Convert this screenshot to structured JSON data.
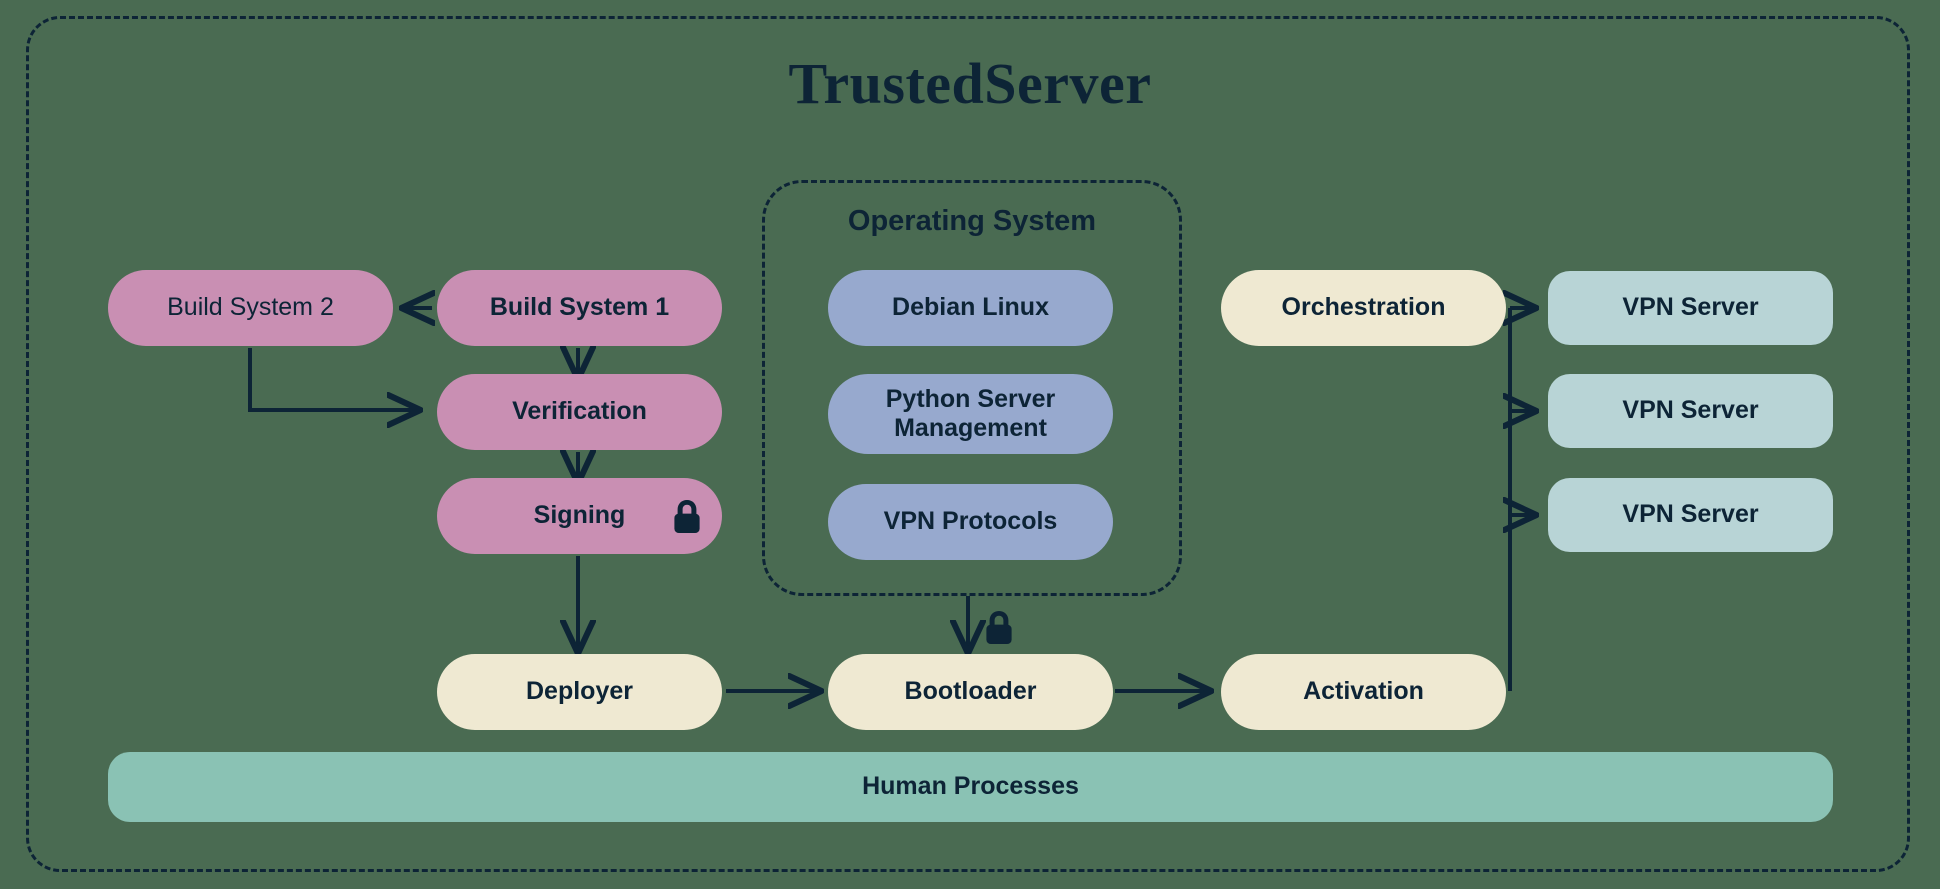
{
  "diagram": {
    "title": "TrustedServer",
    "background_color": "#4a6b52",
    "line_color": "#0d2436",
    "text_color": "#0d2436"
  },
  "groups": [
    {
      "id": "operating-system",
      "label": "Operating System",
      "style": "dashed-rounded",
      "members": [
        "debian-linux",
        "python-server-management",
        "vpn-protocols"
      ]
    }
  ],
  "nodes": {
    "build_system_2": {
      "label": "Build System 2",
      "color": "#c98fb3",
      "shape": "pill"
    },
    "build_system_1": {
      "label": "Build System 1",
      "color": "#c98fb3",
      "shape": "pill"
    },
    "verification": {
      "label": "Verification",
      "color": "#c98fb3",
      "shape": "pill"
    },
    "signing": {
      "label": "Signing",
      "color": "#c98fb3",
      "shape": "pill",
      "icon": "lock-icon"
    },
    "debian_linux": {
      "label": "Debian Linux",
      "color": "#97a9ce",
      "shape": "pill"
    },
    "python_server": {
      "label": "Python Server Management",
      "color": "#97a9ce",
      "shape": "pill"
    },
    "vpn_protocols": {
      "label": "VPN Protocols",
      "color": "#97a9ce",
      "shape": "pill"
    },
    "orchestration": {
      "label": "Orchestration",
      "color": "#efe9d2",
      "shape": "pill"
    },
    "deployer": {
      "label": "Deployer",
      "color": "#efe9d2",
      "shape": "pill"
    },
    "bootloader": {
      "label": "Bootloader",
      "color": "#efe9d2",
      "shape": "pill"
    },
    "activation": {
      "label": "Activation",
      "color": "#efe9d2",
      "shape": "pill"
    },
    "vpn_server_1": {
      "label": "VPN Server",
      "color": "#b8d4d6",
      "shape": "rounded-rect"
    },
    "vpn_server_2": {
      "label": "VPN Server",
      "color": "#b8d4d6",
      "shape": "rounded-rect"
    },
    "vpn_server_3": {
      "label": "VPN Server",
      "color": "#b8d4d6",
      "shape": "rounded-rect"
    },
    "human_processes": {
      "label": "Human Processes",
      "color": "#8ac2b4",
      "shape": "rounded-rect"
    }
  },
  "edges": [
    {
      "from": "build_system_1",
      "to": "build_system_2",
      "style": "arrow"
    },
    {
      "from": "build_system_1",
      "to": "verification",
      "style": "arrow"
    },
    {
      "from": "build_system_2",
      "to": "verification",
      "style": "elbow-arrow"
    },
    {
      "from": "verification",
      "to": "signing",
      "style": "arrow"
    },
    {
      "from": "signing",
      "to": "deployer",
      "style": "arrow"
    },
    {
      "from": "deployer",
      "to": "bootloader",
      "style": "arrow"
    },
    {
      "from": "bootloader",
      "to": "activation",
      "style": "arrow"
    },
    {
      "from": "operating-system",
      "to": "bootloader",
      "style": "arrow",
      "icon": "lock-icon"
    },
    {
      "from": "activation",
      "to": "vpn_server_1",
      "style": "elbow-arrow"
    },
    {
      "from": "activation",
      "to": "vpn_server_2",
      "style": "elbow-arrow"
    },
    {
      "from": "activation",
      "to": "vpn_server_3",
      "style": "elbow-arrow"
    }
  ],
  "icons": {
    "lock": "lock-icon"
  }
}
